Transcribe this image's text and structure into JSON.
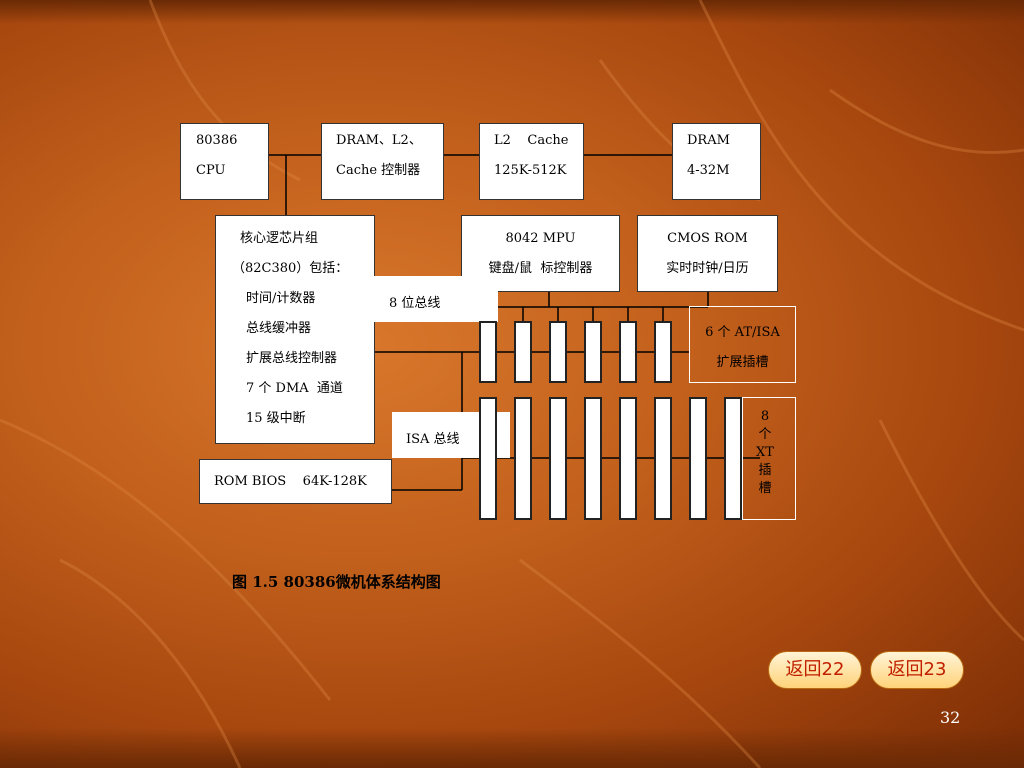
{
  "diagram": {
    "cpu": [
      "80386",
      "CPU"
    ],
    "dram_ctrl": [
      "DRAM、L2、",
      "Cache 控制器"
    ],
    "l2cache": [
      "L2    Cache",
      "125K-512K"
    ],
    "dram": [
      "DRAM",
      "4-32M"
    ],
    "chipset": [
      "核心逻芯片组",
      "（82C380）包括：",
      "时间/计数器",
      "总线缓冲器",
      "扩展总线控制器",
      "7 个 DMA  通道",
      "15 级中断"
    ],
    "mpu": [
      "8042 MPU",
      "键盘/鼠  标控制器"
    ],
    "cmos": [
      "CMOS ROM",
      "实时时钟/日历"
    ],
    "bus8_label": "8 位总线",
    "isa_bus_label": "ISA 总线",
    "rombios": "ROM BIOS    64K-128K",
    "at_isa_slots": [
      "6 个 AT/ISA",
      "扩展插槽"
    ],
    "xt_slots": [
      "8",
      "个",
      "XT",
      "插",
      "槽"
    ]
  },
  "caption": "图 1.5  80386微机体系结构图",
  "nav": {
    "back22": "返回22",
    "back23": "返回23"
  },
  "page_number": "32"
}
